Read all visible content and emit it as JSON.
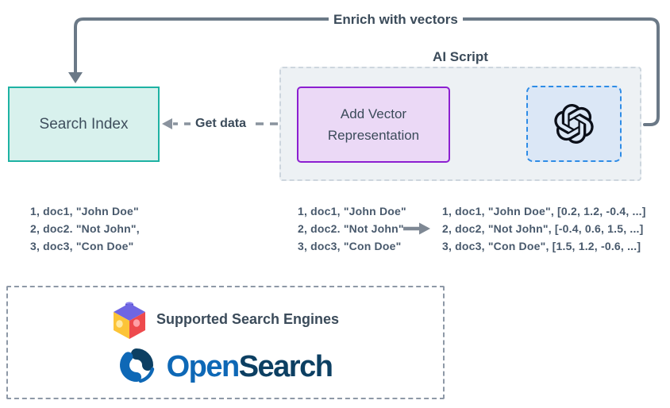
{
  "flow": {
    "enrich_label": "Enrich with vectors",
    "get_data_label": "Get data"
  },
  "ai_script": {
    "label": "AI Script",
    "add_vector_label": "Add Vector Representation",
    "openai_icon": "openai-logo-icon"
  },
  "search_index": {
    "label": "Search Index"
  },
  "docs": {
    "source": [
      "1, doc1, \"John Doe\"",
      "2, doc2. \"Not John\",",
      "3, doc3, \"Con Doe\""
    ],
    "script_input": [
      "1, doc1, \"John Doe\"",
      "2, doc2. \"Not John\"",
      "3, doc3, \"Con Doe\""
    ],
    "enriched": [
      "1, doc1, \"John Doe\", [0.2, 1.2, -0.4, ...]",
      "2, doc2, \"Not John\", [-0.4, 0.6, 1.5, ...]",
      "3, doc3, \"Con Doe\", [1.5, 1.2, -0.6, ...]"
    ]
  },
  "footer": {
    "title": "Supported Search Engines",
    "cube_icon": "plugin-cube-icon",
    "opensearch_icon": "opensearch-logo-icon",
    "brand": {
      "open": "Open",
      "search": "Search"
    }
  },
  "colors": {
    "connector_gray": "#6b7987",
    "dash_gray": "#8a939e",
    "slate_text": "#3b4b5a",
    "doc_text": "#48596c",
    "search_index_fill": "#d8f1ed",
    "search_index_border": "#1eb2a3",
    "ai_container_fill": "#edf1f4",
    "ai_container_border": "#cdd6de",
    "add_vector_fill": "#ebd9f6",
    "add_vector_border": "#8c1fd1",
    "openai_box_fill": "#dbe7f6",
    "openai_box_border": "#2e8ce6",
    "footer_border": "#8e99a7",
    "opensearch_blue": "#0e68b6",
    "opensearch_navy": "#0c3f62"
  }
}
